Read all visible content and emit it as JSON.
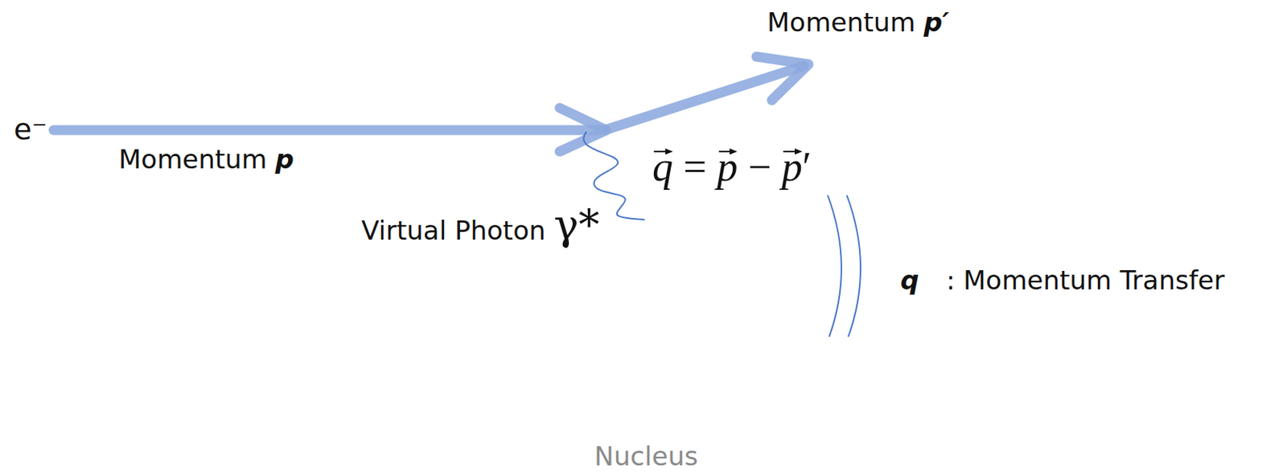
{
  "diagram": {
    "nodes": [
      {
        "text": [
          "Nucleus"
        ]
      }
    ],
    "edges": [],
    "labels": [
      "e⁻",
      "Momentum p",
      "Momentum p′",
      "q = p − p′",
      "Virtual Photon γ*",
      "q",
      ": Momentum Transfer"
    ]
  }
}
